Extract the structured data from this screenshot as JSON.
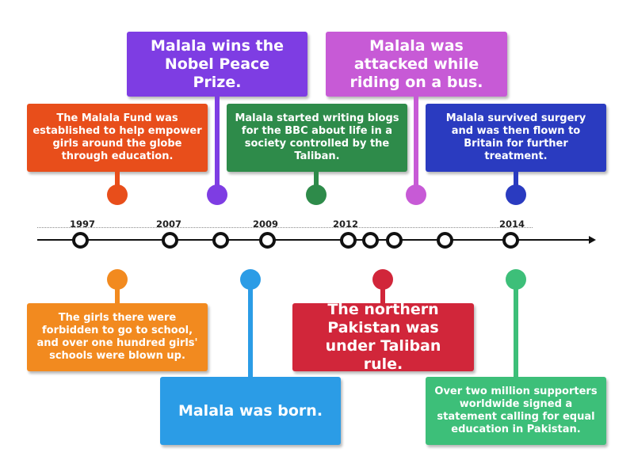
{
  "timeline": {
    "years": [
      "1997",
      "2007",
      "2009",
      "2012",
      "2014"
    ]
  },
  "events": {
    "malala_fund": {
      "text": "The Malala Fund was established to help empower girls around the globe through education.",
      "color": "#e84e1b"
    },
    "nobel_prize": {
      "text": "Malala wins the Nobel Peace Prize.",
      "color": "#7e3de3"
    },
    "bbc_blogs": {
      "text": "Malala started writing blogs for the BBC about life in a society controlled by the Taliban.",
      "color": "#2e8b4a"
    },
    "bus_attack": {
      "text": "Malala was attacked while riding on a bus.",
      "color": "#c75ad6"
    },
    "surgery": {
      "text": "Malala survived surgery and was then flown to Britain for further treatment.",
      "color": "#2a3bc0"
    },
    "schools_blown_up": {
      "text": "The girls there were forbidden to go to school, and over one hundred girls' schools were blown up.",
      "color": "#f28a1f"
    },
    "born": {
      "text": "Malala was born.",
      "color": "#2b9ce6"
    },
    "taliban_rule": {
      "text": "The northern Pakistan was under Taliban rule.",
      "color": "#d1263a"
    },
    "petition": {
      "text": "Over two million supporters worldwide signed a statement calling for equal education in Pakistan.",
      "color": "#3dbf79"
    }
  }
}
